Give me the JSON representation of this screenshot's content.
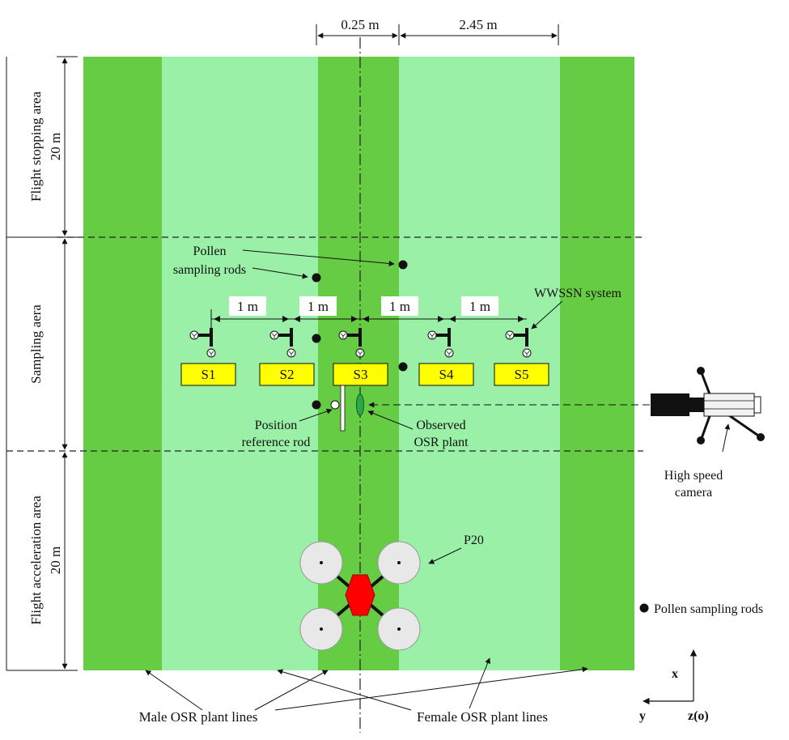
{
  "dimensions": {
    "center_line_width": "0.25 m",
    "side_spacing": "2.45 m"
  },
  "areas": {
    "flight_stopping": {
      "label": "Flight stopping area",
      "length": "20 m"
    },
    "sampling": {
      "label": "Sampling aera"
    },
    "flight_acceleration": {
      "label": "Flight acceleration area",
      "length": "20 m"
    }
  },
  "spacing_labels": [
    "1 m",
    "1 m",
    "1 m",
    "1 m"
  ],
  "stations": [
    "S1",
    "S2",
    "S3",
    "S4",
    "S5"
  ],
  "annotations": {
    "pollen_sampling_rods_line1": "Pollen",
    "pollen_sampling_rods_line2": "sampling rods",
    "wwssn_system": "WWSSN system",
    "position_reference_rod_line1": "Position",
    "position_reference_rod_line2": "reference rod",
    "observed_plant_line1": "Observed",
    "observed_plant_line2": "OSR plant",
    "high_speed_camera_line1": "High speed",
    "high_speed_camera_line2": "camera",
    "drone": "P20",
    "legend_pollen_rods": "Pollen sampling rods",
    "male_lines": "Male OSR plant lines",
    "female_lines": "Female OSR plant lines"
  },
  "axes": {
    "x": "x",
    "y": "y",
    "z": "z(o)"
  },
  "colors": {
    "male_line": "#66cc44",
    "female_line": "#99f0a6",
    "station_box": "#ffff00",
    "drone_body": "#ff0000",
    "rotor": "#e8e8e8",
    "observed_plant": "#2ea84a"
  }
}
